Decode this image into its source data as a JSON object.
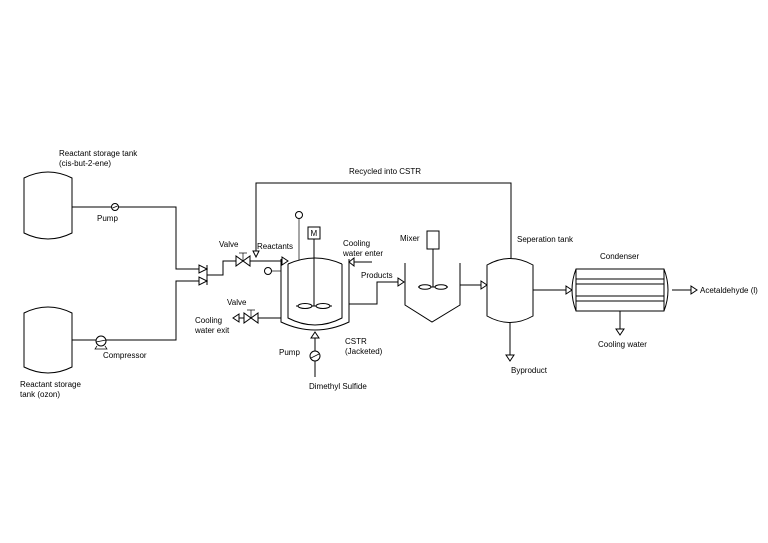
{
  "labels": {
    "tank_butene_line1": "Reactant storage tank",
    "tank_butene_line2": "(cis-but-2-ene)",
    "pump_top": "Pump",
    "tank_ozone_line1": "Reactant storage",
    "tank_ozone_line2": "tank (ozon)",
    "compressor": "Compressor",
    "recycle": "Recycled into CSTR",
    "valve_inlet": "Valve",
    "reactants": "Reactants",
    "cooling_enter_line1": "Cooling",
    "cooling_enter_line2": "water enter",
    "valve_outlet": "Valve",
    "cooling_exit_line1": "Cooling",
    "cooling_exit_line2": "water exit",
    "pump_bottom": "Pump",
    "cstr_line1": "CSTR",
    "cstr_line2": "(Jacketed)",
    "dms": "Dimethyl Sulfide",
    "products": "Products",
    "mixer": "Mixer",
    "separation_tank": "Seperation tank",
    "byproduct": "Byproduct",
    "condenser": "Condenser",
    "cooling_water": "Cooling water",
    "acetaldehyde": "Acetaldehyde (l)",
    "motor": "M"
  }
}
